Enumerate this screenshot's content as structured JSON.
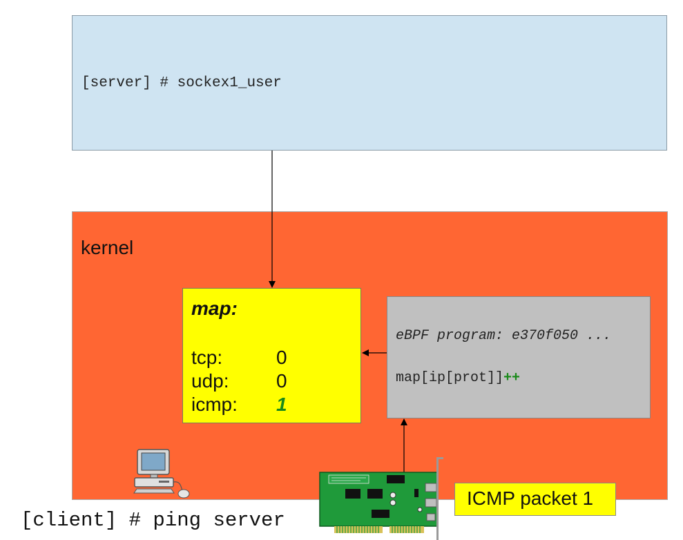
{
  "user_space": {
    "command": "[server] # sockex1_user"
  },
  "kernel": {
    "label": "kernel"
  },
  "map": {
    "title": "map:",
    "entries": [
      {
        "key": "tcp:",
        "value": "0"
      },
      {
        "key": "udp:",
        "value": "0"
      },
      {
        "key": "icmp:",
        "value": "1"
      }
    ]
  },
  "ebpf": {
    "program_line": "eBPF program: e370f050 ...",
    "code_line": "map[ip[prot]]",
    "code_suffix": "++"
  },
  "client": {
    "command": "[client] # ping server"
  },
  "packet": {
    "label": "ICMP packet 1"
  },
  "icons": {
    "computer": "computer-icon",
    "nic": "network-card-icon"
  },
  "colors": {
    "user_space_bg": "#cfe4f2",
    "kernel_bg": "#ff6633",
    "map_bg": "#ffff00",
    "ebpf_bg": "#c0c0c0",
    "highlight_green": "#1a8a1a"
  }
}
